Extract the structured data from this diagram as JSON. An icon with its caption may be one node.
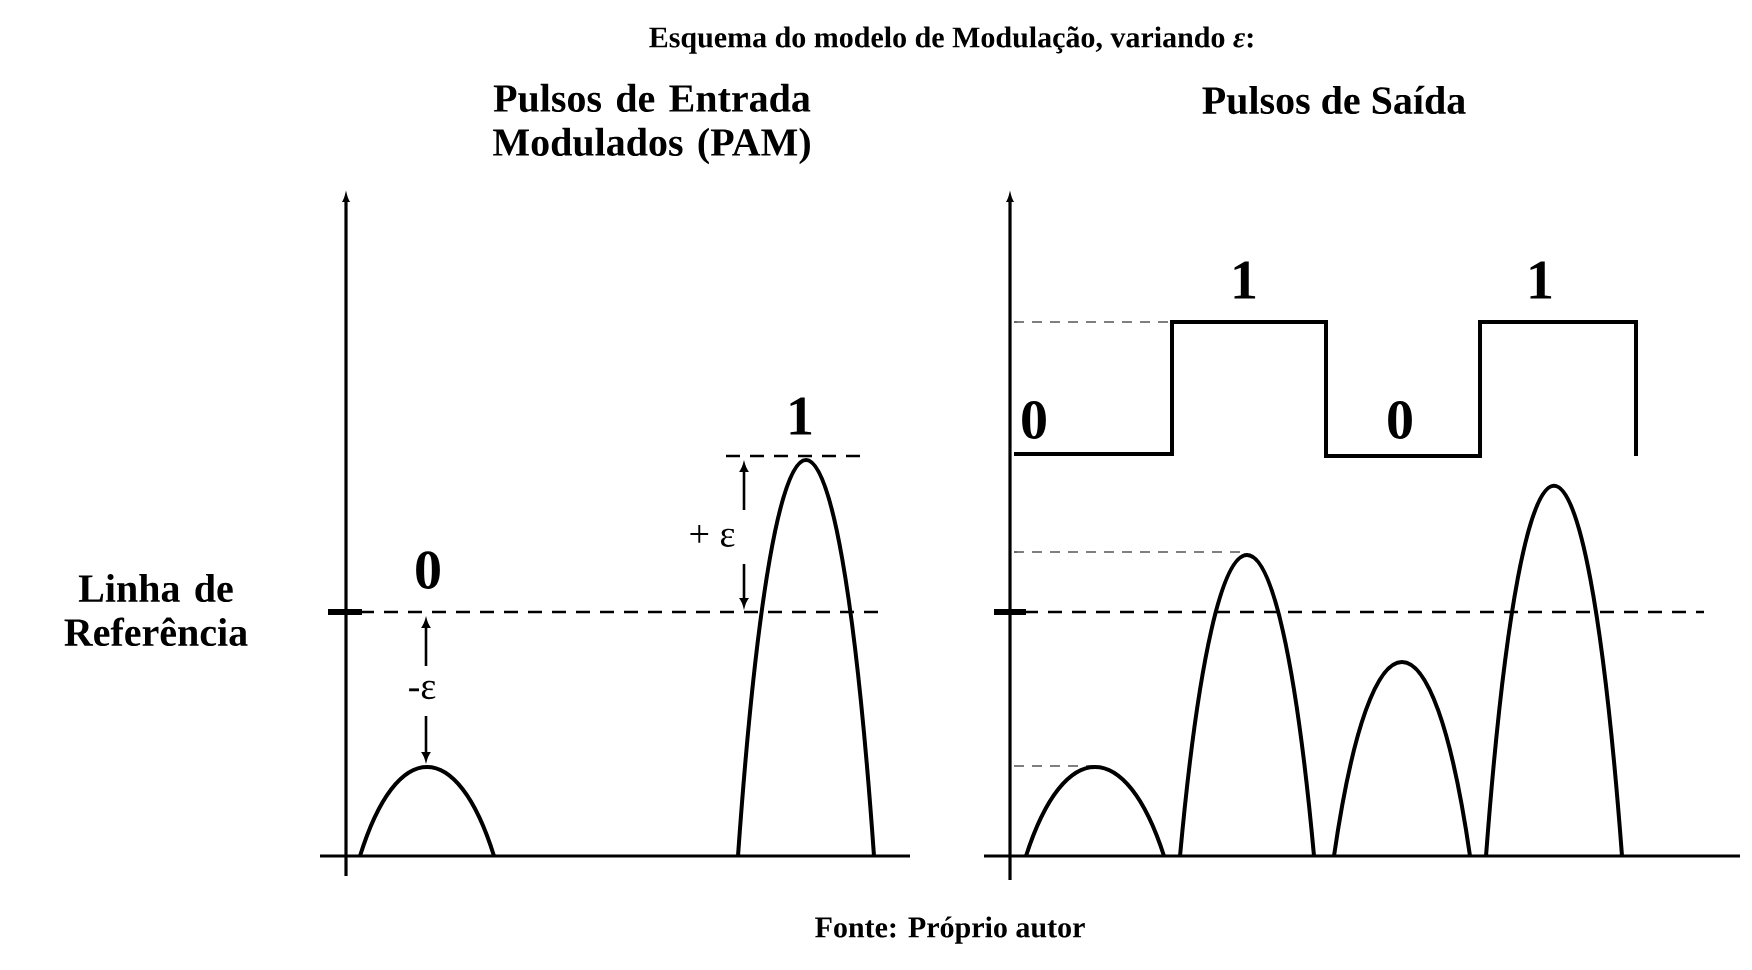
{
  "diagram": {
    "title": "Esquema do modelo de Modulação, variando *ε*:",
    "caption": "Fonte: Próprio autor",
    "labels": [
      "Pulsos de Entrada Modulados (PAM)",
      "Pulsos de Saída",
      "1",
      "1",
      "0",
      "0",
      "1",
      "+ ε",
      "Linha de Referência",
      "0",
      "-ε"
    ]
  }
}
